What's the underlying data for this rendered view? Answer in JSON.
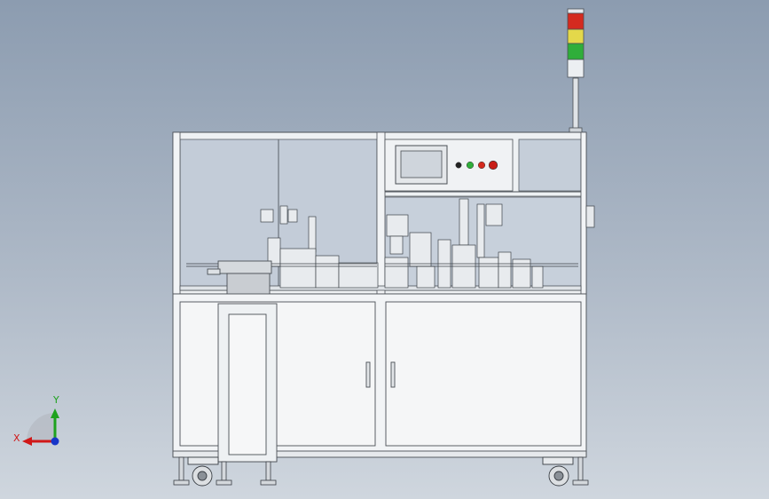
{
  "scene": {
    "hmi_screen_text": "",
    "colors": {
      "background_top": "#8c9cb0",
      "background_bottom": "#cfd6de",
      "frame": "#f2f4f6",
      "outline": "#4a4f55",
      "glass": "#c3ccd8",
      "light_red": "#d42a1f",
      "light_yellow": "#e4d84a",
      "light_green": "#2fae3a"
    },
    "signal_tower_lights": [
      "red-light",
      "yellow-light",
      "green-light"
    ],
    "control_buttons": [
      {
        "name": "black-button",
        "color": "#222222"
      },
      {
        "name": "green-button",
        "color": "#2fae3a"
      },
      {
        "name": "red-button",
        "color": "#d42a1f"
      },
      {
        "name": "emergency-stop-button",
        "color": "#c81e17"
      }
    ]
  },
  "triad": {
    "x_label": "X",
    "y_label": "Y",
    "x_color": "#d01818",
    "y_color": "#1ea21e",
    "z_color": "#1836c8"
  }
}
